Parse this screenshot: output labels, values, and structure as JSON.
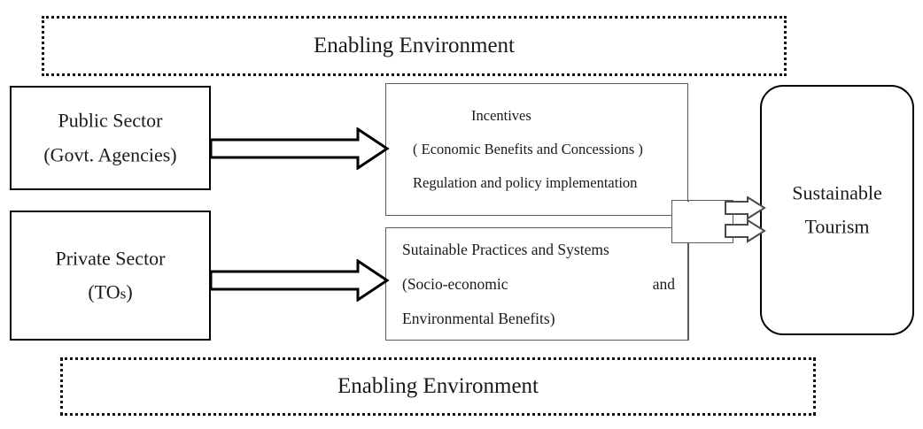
{
  "diagram": {
    "title_top": "Enabling Environment",
    "title_bottom": "Enabling Environment",
    "public_sector": {
      "line1": "Public Sector",
      "line2": "(Govt. Agencies)"
    },
    "private_sector": {
      "line1": "Private Sector",
      "line2_prefix": "(TO",
      "line2_sub": "s",
      "line2_suffix": ")"
    },
    "incentives_box": {
      "line1": "Incentives",
      "line2": "( Economic Benefits and Concessions )",
      "line3": "Regulation and policy implementation"
    },
    "practices_box": {
      "line1": "Sutainable Practices and Systems",
      "line2_left": "(Socio-economic",
      "line2_right": "and",
      "line3": "Environmental Benefits)"
    },
    "outcome": {
      "line1": "Sustainable",
      "line2": "Tourism"
    },
    "arrows": {
      "public_to_incentives": "arrow-right",
      "private_to_practices": "arrow-right",
      "junction_to_outcome_upper": "arrow-right",
      "junction_to_outcome_lower": "arrow-right"
    },
    "colors": {
      "background": "#ffffff",
      "stroke_strong": "#000000",
      "stroke_light": "#5a5a5a",
      "text": "#1a1a1a"
    }
  }
}
